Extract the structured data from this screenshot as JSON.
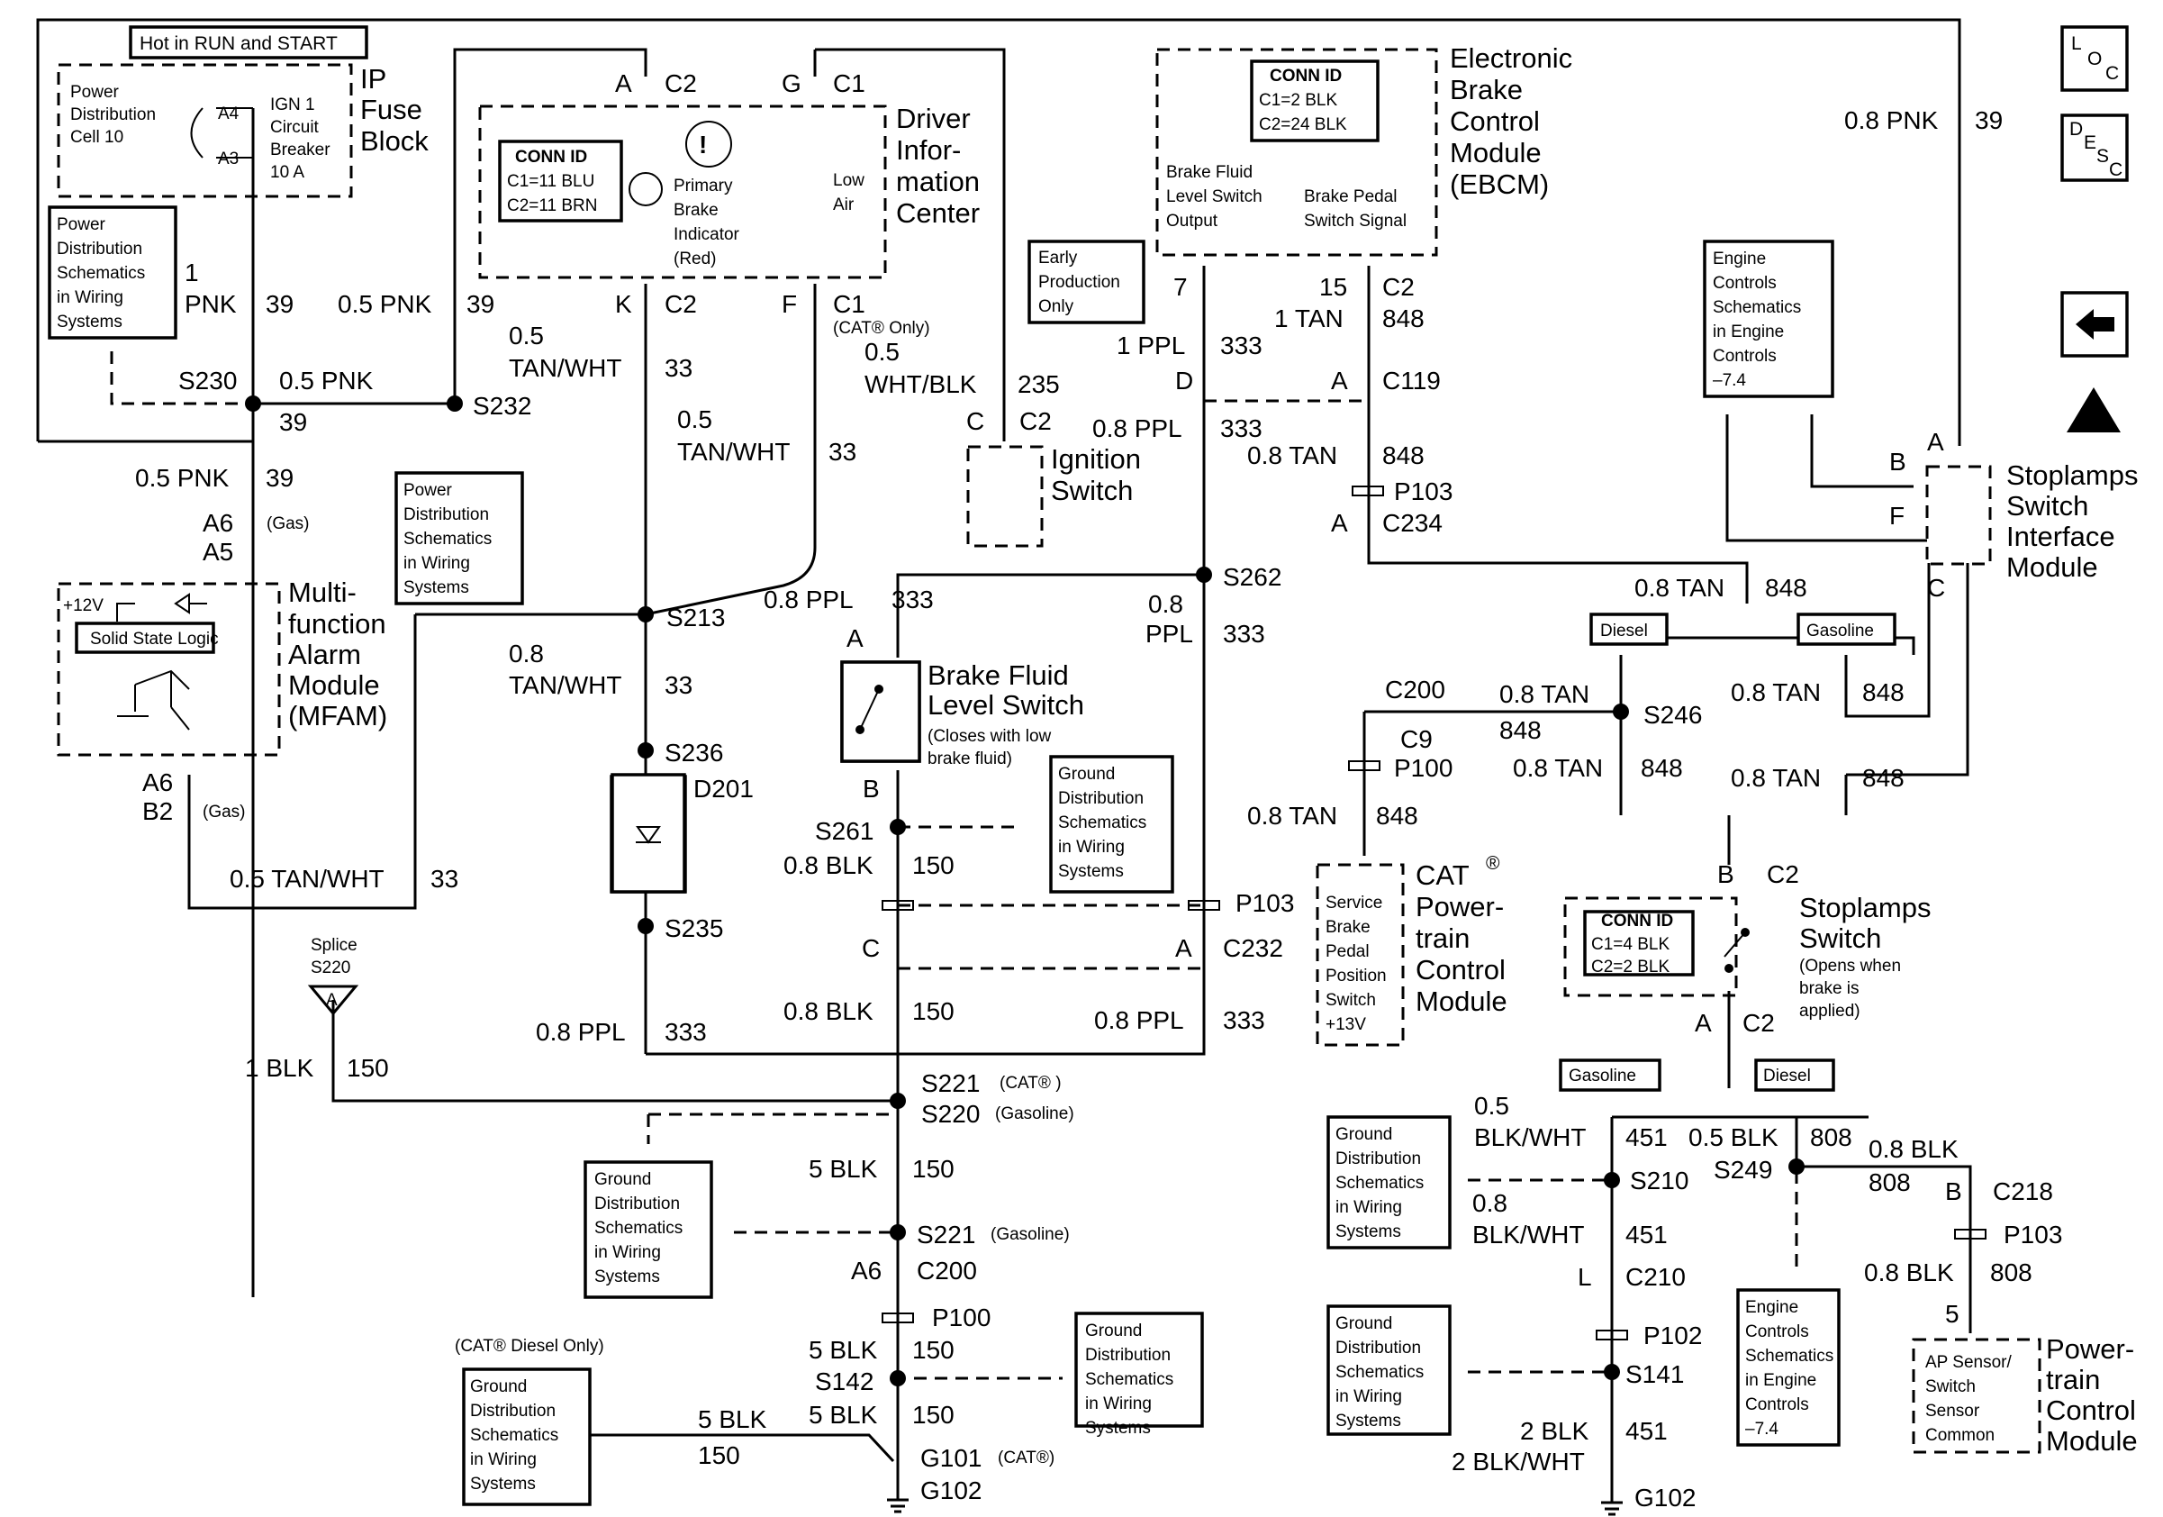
{
  "fuse_block": {
    "hot_label": "Hot in RUN and START",
    "cell": [
      "Power",
      "Distribution",
      "Cell 10"
    ],
    "pins": [
      "A4",
      "A3"
    ],
    "breaker": [
      "IGN 1",
      "Circuit",
      "Breaker",
      "10 A"
    ],
    "name": [
      "IP",
      "Fuse",
      "Block"
    ]
  },
  "dic": {
    "conn_id": [
      "CONN ID",
      "C1=11 BLU",
      "C2=11 BRN"
    ],
    "indicator_symbol": "(!)",
    "indicator": [
      "Primary",
      "Brake",
      "Indicator",
      "(Red)"
    ],
    "low_air": [
      "Low",
      "Air"
    ],
    "name": [
      "Driver",
      "Infor-",
      "mation",
      "Center"
    ],
    "top_pins": [
      "A",
      "C2",
      "G",
      "C1"
    ],
    "bottom_pins": [
      "K",
      "C2",
      "F",
      "C1"
    ],
    "cat_only": "(CAT® Only)"
  },
  "ebcm": {
    "conn_id": [
      "CONN ID",
      "C1=2 BLK",
      "C2=24 BLK"
    ],
    "name": [
      "Electronic",
      "Brake",
      "Control",
      "Module",
      "(EBCM)"
    ],
    "fluid_out": [
      "Brake Fluid",
      "Level Switch",
      "Output"
    ],
    "pedal_sig": [
      "Brake Pedal",
      "Switch Signal"
    ],
    "pins": [
      "7",
      "15",
      "C2"
    ]
  },
  "early": [
    "Early",
    "Production",
    "Only"
  ],
  "ignition": {
    "pins": [
      "C",
      "C2"
    ],
    "name": [
      "Ignition",
      "Switch"
    ]
  },
  "mfam": {
    "v12": "+12V",
    "logic": "Solid State Logic",
    "name": [
      "Multi-",
      "function",
      "Alarm",
      "Module",
      "(MFAM)"
    ],
    "pins_top": [
      "A6",
      "A5"
    ],
    "pins_bottom": [
      "A6",
      "B2"
    ],
    "gas": "(Gas)"
  },
  "left_wires": {
    "w1": [
      "1",
      "PNK",
      "39"
    ],
    "s230": "S230",
    "w2": [
      "0.5 PNK",
      "39"
    ],
    "w3": [
      "0.5 PNK",
      "39"
    ],
    "w4": [
      "0.5 PNK",
      "39"
    ],
    "s232": "S232",
    "w5": [
      "0.5",
      "TAN/WHT",
      "33"
    ],
    "w6": [
      "0.5",
      "TAN/WHT",
      "33"
    ],
    "w7": [
      "0.5",
      "WHT/BLK",
      "235"
    ],
    "w8": [
      "0.5 TAN/WHT",
      "33"
    ],
    "s213": "S213",
    "w9": [
      "0.8",
      "TAN/WHT",
      "33"
    ],
    "s236": "S236",
    "d201": "D201",
    "s235": "S235",
    "w10": [
      "0.8 PPL",
      "333"
    ],
    "splice": [
      "Splice",
      "S220",
      "A"
    ],
    "w11": [
      "1 BLK",
      "150"
    ]
  },
  "pds_boxes": {
    "left": [
      "Power",
      "Distribution",
      "Schematics",
      "in Wiring",
      "Systems"
    ],
    "mid": [
      "Power",
      "Distribution",
      "Schematics",
      "in Wiring",
      "Systems"
    ]
  },
  "center": {
    "w1": [
      "1 PPL",
      "333"
    ],
    "d_pin": "D",
    "w2": [
      "0.8 PPL",
      "333"
    ],
    "s262": "S262",
    "w3": [
      "0.8 PPL",
      "333"
    ],
    "w4": [
      "0.8",
      "PPL",
      "333"
    ],
    "bfls_pin_a": "A",
    "bfls_name": [
      "Brake Fluid",
      "Level Switch"
    ],
    "bfls_note": [
      "(Closes with low",
      "brake fluid)"
    ],
    "bfls_pin_b": "B",
    "s261": "S261",
    "w5": [
      "0.8 BLK",
      "150"
    ],
    "gds": [
      "Ground",
      "Distribution",
      "Schematics",
      "in Wiring",
      "Systems"
    ],
    "p103": "P103",
    "c_pin": "C",
    "a_pin": "A",
    "c232": "C232",
    "w6": [
      "0.8 BLK",
      "150"
    ],
    "w7": [
      "0.8 PPL",
      "333"
    ],
    "s221": "S221",
    "cat_sup": "(CAT® )",
    "s220": "S220",
    "gasoline": "(Gasoline)",
    "w8": [
      "5 BLK",
      "150"
    ],
    "gds2": [
      "Ground",
      "Distribution",
      "Schematics",
      "in Wiring",
      "Systems"
    ],
    "s221b": "S221",
    "gasoline_b": "(Gasoline)",
    "c200": [
      "A6",
      "C200"
    ],
    "p100": "P100",
    "w9": [
      "5 BLK",
      "150"
    ],
    "s142": "S142",
    "w10": [
      "5 BLK",
      "150"
    ],
    "gds3": [
      "Ground",
      "Distribution",
      "Schematics",
      "in Wiring",
      "Systems"
    ],
    "cat_diesel": "(CAT® Diesel Only)",
    "gds4": [
      "Ground",
      "Distribution",
      "Schematics",
      "in Wiring",
      "Systems"
    ],
    "w11": [
      "5 BLK",
      "150"
    ],
    "g101": "G101",
    "g101_cat": "(CAT®)",
    "g102": "G102"
  },
  "right_mid": {
    "w1": [
      "1 TAN",
      "848"
    ],
    "c119": [
      "A",
      "C119"
    ],
    "w2": [
      "0.8 TAN",
      "848"
    ],
    "p103": "P103",
    "c234": [
      "A",
      "C234"
    ],
    "w3": [
      "0.8 TAN",
      "848"
    ],
    "diesel": "Diesel",
    "gasoline": "Gasoline",
    "c200": "C200",
    "c9": "C9",
    "w4": [
      "0.8 TAN",
      "848"
    ],
    "s246": "S246",
    "w5": [
      "0.8 TAN",
      "848"
    ],
    "w6": [
      "0.8 TAN",
      "848"
    ],
    "p100": "P100",
    "w7": [
      "0.8 TAN",
      "848"
    ],
    "w8": [
      "0.8 TAN",
      "848"
    ],
    "sbpps": [
      "Service",
      "Brake",
      "Pedal",
      "Position",
      "Switch",
      "+13V"
    ],
    "pcm_name": [
      "CAT",
      "Power-",
      "train",
      "Control",
      "Module"
    ],
    "reg": "®"
  },
  "right": {
    "pnk": [
      "0.8 PNK",
      "39"
    ],
    "ecs": [
      "Engine",
      "Controls",
      "Schematics",
      "in Engine",
      "Controls",
      "–7.4"
    ],
    "ssim": [
      "Stoplamps",
      "Switch",
      "Interface",
      "Module"
    ],
    "ssim_pins": [
      "A",
      "B",
      "F",
      "C"
    ],
    "stoplamp_pins": [
      "B",
      "C2",
      "A",
      "C2"
    ],
    "stoplamp_conn": [
      "CONN ID",
      "C1=4 BLK",
      "C2=2 BLK"
    ],
    "stoplamp_name": [
      "Stoplamps",
      "Switch"
    ],
    "stoplamp_note": [
      "(Opens when",
      "brake is",
      "applied)"
    ],
    "gasoline": "Gasoline",
    "diesel": "Diesel",
    "w1": [
      "0.5",
      "BLK/WHT",
      "451"
    ],
    "w2": [
      "0.5 BLK",
      "808"
    ],
    "s249": "S249",
    "w3": [
      "0.8 BLK",
      "808"
    ],
    "s210": "S210",
    "w4": [
      "0.8",
      "BLK/WHT",
      "451"
    ],
    "gds1": [
      "Ground",
      "Distribution",
      "Schematics",
      "in Wiring",
      "Systems"
    ],
    "c210": [
      "L",
      "C210"
    ],
    "p102": "P102",
    "s141": "S141",
    "gds2": [
      "Ground",
      "Distribution",
      "Schematics",
      "in Wiring",
      "Systems"
    ],
    "w5": [
      "2 BLK",
      "451"
    ],
    "w6": [
      "2 BLK/WHT"
    ],
    "g102": "G102",
    "c218": [
      "B",
      "C218"
    ],
    "p103": "P103",
    "w7": [
      "0.8 BLK",
      "808"
    ],
    "pin5": "5",
    "ap": [
      "AP Sensor/",
      "Switch",
      "Sensor",
      "Common"
    ],
    "pcm2": [
      "Power-",
      "train",
      "Control",
      "Module"
    ],
    "ecs2": [
      "Engine",
      "Controls",
      "Schematics",
      "in Engine",
      "Controls",
      "–7.4"
    ]
  },
  "nav": {
    "loc": [
      "L",
      "O",
      "C"
    ],
    "desc": [
      "D",
      "E",
      "S",
      "C"
    ],
    "back_icon": "arrow-left-icon",
    "esd_icon": "esd-warning-icon"
  }
}
